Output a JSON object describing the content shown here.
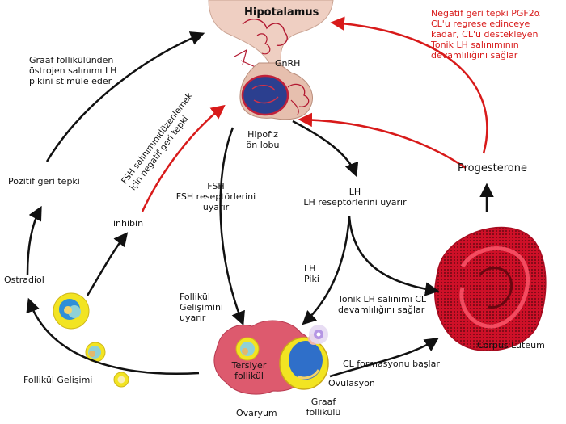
{
  "labels": {
    "hipotalamus": "Hipotalamus",
    "gnrh": "GnRH",
    "hipofiz_line1": "Hipofiz",
    "hipofiz_line2": "ön lobu",
    "pgf_note": [
      "Negatif geri tepki PGF2α",
      "CL'u regrese edinceye",
      "kadar, CL'u destekleyen",
      "Tonik LH salınımının",
      "devamlılığını sağlar"
    ],
    "graaf_estrogen": [
      "Graaf follikülünden",
      "östrojen salınımı LH",
      "pikini stimüle eder"
    ],
    "fsh_feedback": [
      "FSH salınımınıdüzenlemek",
      "için negatif geri tepki"
    ],
    "pozitif": "Pozitif geri tepki",
    "inhibin": "inhibin",
    "ostradiol": "Östradiol",
    "fsh": [
      "FSH",
      "FSH reseptörlerini",
      "uyarır"
    ],
    "lh": [
      "LH",
      "LH reseptörlerini uyarır"
    ],
    "progesterone": "Progesterone",
    "lh_piki": [
      "LH",
      "Piki"
    ],
    "follikul_gelisimini": [
      "Follikül",
      "Gelişimini",
      "uyarır"
    ],
    "tonik_lh": [
      "Tonik LH salınımı CL",
      "devamlılığını sağlar"
    ],
    "corpus_luteum": "Corpus Luteum",
    "tersiyer": [
      "Tersiyer",
      "follikül"
    ],
    "cl_formasyonu": "CL formasyonu başlar",
    "ovulasyon": "Ovulasyon",
    "follikul_gelisimi": "Follikül Gelişimi",
    "graaf_folliku": [
      "Graaf",
      "follikülü"
    ],
    "ovaryum": "Ovaryum"
  },
  "colors": {
    "arrow_black": "#111111",
    "arrow_red": "#d81a1a",
    "hypothalamus": "#f0d2c6",
    "pituitary": "#e7c1b2",
    "ovary": "#dd5a6e",
    "corpus_luteum": "#d0112b",
    "follicle_ring": "#f2e422",
    "follicle_inner": "#3a7bd5"
  },
  "icons": [
    "hypothalamus-shape",
    "pituitary-gland",
    "ovary-shape",
    "corpus-luteum-shape",
    "follicle-icon",
    "graaf-follicle-icon"
  ]
}
